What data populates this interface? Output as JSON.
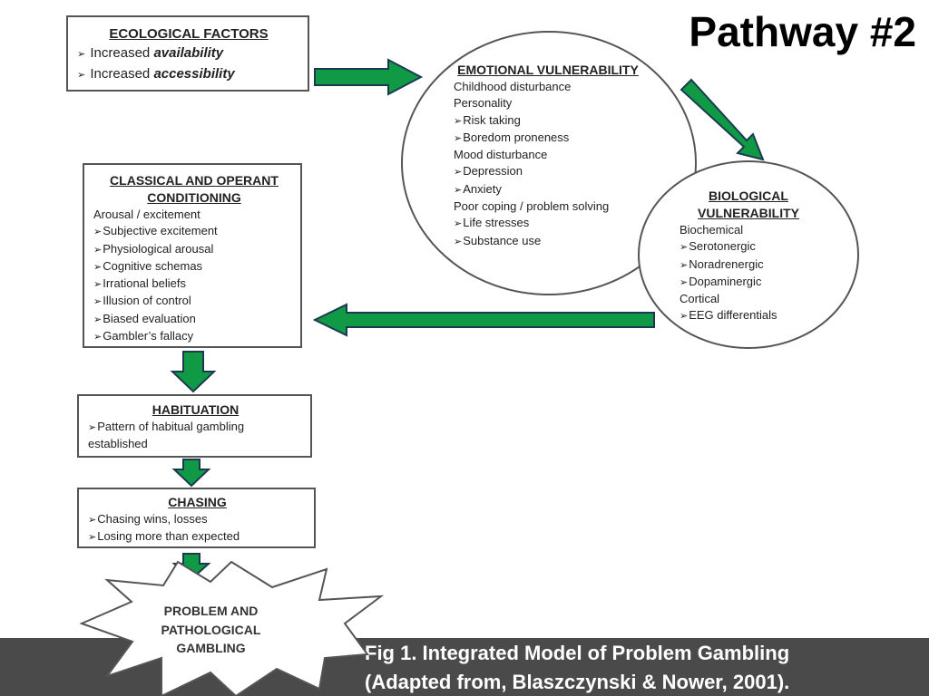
{
  "title": "Pathway #2",
  "ecological": {
    "heading": "ECOLOGICAL FACTORS",
    "item1_prefix": "Increased ",
    "item1_em": "availability",
    "item2_prefix": "Increased ",
    "item2_em": "accessibility"
  },
  "emotional": {
    "heading": "EMOTIONAL VULNERABILITY",
    "lines": [
      "Childhood disturbance",
      "Personality",
      "Risk taking",
      "Boredom proneness",
      "Mood disturbance",
      "Depression",
      "Anxiety",
      "Poor coping / problem solving",
      "Life stresses",
      "Substance use"
    ]
  },
  "biological": {
    "heading": "BIOLOGICAL VULNERABILITY",
    "lines": [
      "Biochemical",
      "Serotonergic",
      "Noradrenergic",
      "Dopaminergic",
      "Cortical",
      "EEG differentials"
    ]
  },
  "conditioning": {
    "heading": "CLASSICAL AND OPERANT CONDITIONING",
    "lines": [
      "Arousal / excitement",
      "Subjective excitement",
      "Physiological arousal",
      "Cognitive schemas",
      "Irrational beliefs",
      "Illusion of control",
      "Biased evaluation",
      "Gambler’s fallacy"
    ]
  },
  "habituation": {
    "heading": "HABITUATION",
    "line": "Pattern of habitual gambling established"
  },
  "chasing": {
    "heading": "CHASING",
    "lines": [
      "Chasing wins, losses",
      "Losing more than expected"
    ]
  },
  "outcome": {
    "label": "PROBLEM AND PATHOLOGICAL GAMBLING"
  },
  "caption": {
    "line1": "Fig 1. Integrated Model of Problem Gambling",
    "line2": "(Adapted from, Blaszczynski & Nower, 2001)."
  },
  "colors": {
    "arrow_fill": "#109a46",
    "arrow_stroke": "#1b3a52",
    "footer": "#4a4a4a",
    "border": "#555555"
  }
}
